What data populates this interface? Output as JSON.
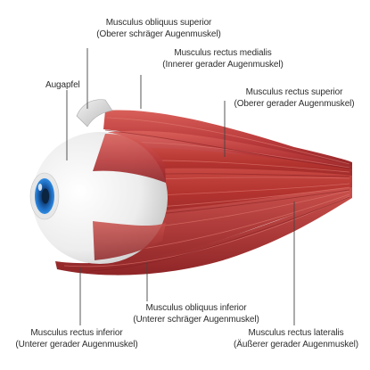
{
  "labels": {
    "augapfel": "Augapfel",
    "obliquus_superior": {
      "name": "Musculus obliquus superior",
      "german": "(Oberer schräger Augenmuskel)"
    },
    "rectus_medialis": {
      "name": "Musculus rectus medialis",
      "german": "(Innerer gerader Augenmuskel)"
    },
    "rectus_superior": {
      "name": "Musculus rectus superior",
      "german": "(Oberer gerader Augenmuskel)"
    },
    "obliquus_inferior": {
      "name": "Musculus obliquus inferior",
      "german": "(Unterer schräger Augenmuskel)"
    },
    "rectus_inferior": {
      "name": "Musculus rectus inferior",
      "german": "(Unterer gerader Augenmuskel)"
    },
    "rectus_lateralis": {
      "name": "Musculus rectus lateralis",
      "german": "(Äußerer gerader Augenmuskel)"
    }
  },
  "colors": {
    "muscle": "#b8393a",
    "muscle_dark": "#8e2326",
    "muscle_light": "#d9605a",
    "eyeball": "#eeeeee",
    "iris": "#1f6fc4",
    "pupil": "#0b2440",
    "tendon": "#dcdcdc",
    "leader_line": "#444444"
  }
}
